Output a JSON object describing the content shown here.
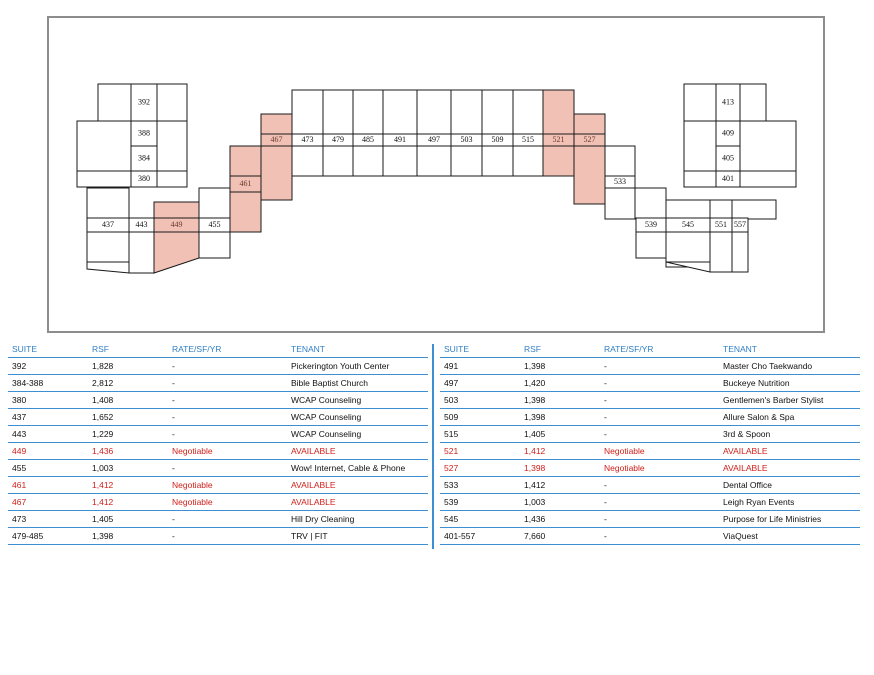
{
  "plan": {
    "accent_fill": "#f2c1b5",
    "units": [
      {
        "label": "392",
        "available": false
      },
      {
        "label": "388",
        "available": false
      },
      {
        "label": "384",
        "available": false
      },
      {
        "label": "380",
        "available": false
      },
      {
        "label": "437",
        "available": false
      },
      {
        "label": "443",
        "available": false
      },
      {
        "label": "449",
        "available": true
      },
      {
        "label": "455",
        "available": false
      },
      {
        "label": "461",
        "available": true
      },
      {
        "label": "467",
        "available": true
      },
      {
        "label": "473",
        "available": false
      },
      {
        "label": "479",
        "available": false
      },
      {
        "label": "485",
        "available": false
      },
      {
        "label": "491",
        "available": false
      },
      {
        "label": "497",
        "available": false
      },
      {
        "label": "503",
        "available": false
      },
      {
        "label": "509",
        "available": false
      },
      {
        "label": "515",
        "available": false
      },
      {
        "label": "521",
        "available": true
      },
      {
        "label": "527",
        "available": true
      },
      {
        "label": "533",
        "available": false
      },
      {
        "label": "539",
        "available": false
      },
      {
        "label": "545",
        "available": false
      },
      {
        "label": "551",
        "available": false
      },
      {
        "label": "557",
        "available": false
      },
      {
        "label": "413",
        "available": false
      },
      {
        "label": "409",
        "available": false
      },
      {
        "label": "405",
        "available": false
      },
      {
        "label": "401",
        "available": false
      }
    ]
  },
  "table": {
    "headers": [
      "SUITE",
      "RSF",
      "RATE/SF/YR",
      "TENANT"
    ],
    "left": [
      {
        "suite": "392",
        "rsf": "1,828",
        "rate": "-",
        "tenant": "Pickerington Youth Center",
        "available": false
      },
      {
        "suite": "384-388",
        "rsf": "2,812",
        "rate": "-",
        "tenant": "Bible Baptist Church",
        "available": false
      },
      {
        "suite": "380",
        "rsf": "1,408",
        "rate": "-",
        "tenant": "WCAP Counseling",
        "available": false
      },
      {
        "suite": "437",
        "rsf": "1,652",
        "rate": "-",
        "tenant": "WCAP Counseling",
        "available": false
      },
      {
        "suite": "443",
        "rsf": "1,229",
        "rate": "-",
        "tenant": "WCAP Counseling",
        "available": false
      },
      {
        "suite": "449",
        "rsf": "1,436",
        "rate": "Negotiable",
        "tenant": "AVAILABLE",
        "available": true
      },
      {
        "suite": "455",
        "rsf": "1,003",
        "rate": "-",
        "tenant": "Wow! Internet, Cable & Phone",
        "available": false
      },
      {
        "suite": "461",
        "rsf": "1,412",
        "rate": "Negotiable",
        "tenant": "AVAILABLE",
        "available": true
      },
      {
        "suite": "467",
        "rsf": "1,412",
        "rate": "Negotiable",
        "tenant": "AVAILABLE",
        "available": true
      },
      {
        "suite": "473",
        "rsf": "1,405",
        "rate": "-",
        "tenant": "Hill Dry Cleaning",
        "available": false
      },
      {
        "suite": "479-485",
        "rsf": "1,398",
        "rate": "-",
        "tenant": "TRV | FIT",
        "available": false
      }
    ],
    "right": [
      {
        "suite": "491",
        "rsf": "1,398",
        "rate": "-",
        "tenant": "Master Cho Taekwando",
        "available": false
      },
      {
        "suite": "497",
        "rsf": "1,420",
        "rate": "-",
        "tenant": "Buckeye Nutrition",
        "available": false
      },
      {
        "suite": "503",
        "rsf": "1,398",
        "rate": "-",
        "tenant": "Gentlemen's Barber Stylist",
        "available": false
      },
      {
        "suite": "509",
        "rsf": "1,398",
        "rate": "-",
        "tenant": "Allure Salon & Spa",
        "available": false
      },
      {
        "suite": "515",
        "rsf": "1,405",
        "rate": "-",
        "tenant": "3rd & Spoon",
        "available": false
      },
      {
        "suite": "521",
        "rsf": "1,412",
        "rate": "Negotiable",
        "tenant": "AVAILABLE",
        "available": true
      },
      {
        "suite": "527",
        "rsf": "1,398",
        "rate": "Negotiable",
        "tenant": "AVAILABLE",
        "available": true
      },
      {
        "suite": "533",
        "rsf": "1,412",
        "rate": "-",
        "tenant": "Dental Office",
        "available": false
      },
      {
        "suite": "539",
        "rsf": "1,003",
        "rate": "-",
        "tenant": "Leigh Ryan Events",
        "available": false
      },
      {
        "suite": "545",
        "rsf": "1,436",
        "rate": "-",
        "tenant": "Purpose for Life Ministries",
        "available": false
      },
      {
        "suite": "401-557",
        "rsf": "7,660",
        "rate": "-",
        "tenant": "ViaQuest",
        "available": false
      }
    ]
  }
}
